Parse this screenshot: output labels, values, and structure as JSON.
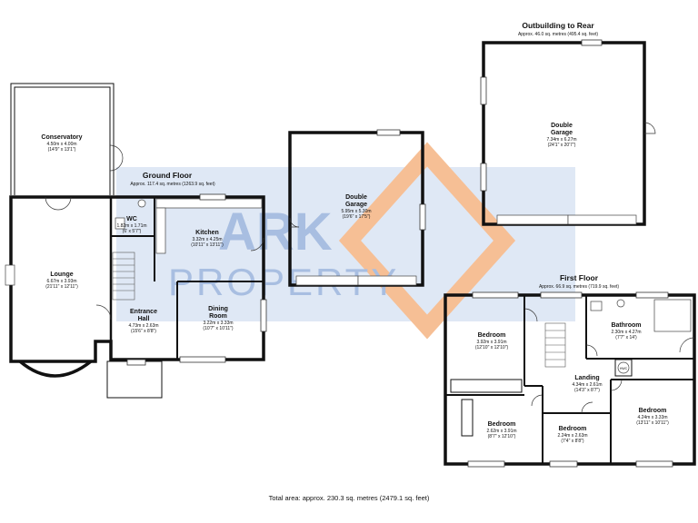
{
  "watermark": {
    "line1": "ARK",
    "line2": "PROPERTY",
    "color_blue": "#1f5fb0",
    "color_orange": "#f08a3c"
  },
  "outbuilding": {
    "title": "Outbuilding to Rear",
    "area": "Approx. 46.0 sq. metres (495.4 sq. feet)",
    "garage": {
      "name1": "Double",
      "name2": "Garage",
      "metric": "7.34m x 6.27m",
      "imperial": "(24'1\" x 20'7\")"
    }
  },
  "ground_floor": {
    "title": "Ground Floor",
    "area": "Approx. 117.4 sq. metres (1263.9 sq. feet)",
    "conservatory": {
      "name": "Conservatory",
      "metric": "4.50m x 4.00m",
      "imperial": "(14'9\" x 13'1\")"
    },
    "wc": {
      "name": "WC",
      "metric": "1.82m x 1.71m",
      "imperial": "(6' x 5'7\")"
    },
    "kitchen": {
      "name": "Kitchen",
      "metric": "3.32m x 4.25m",
      "imperial": "(10'11\" x 13'11\")"
    },
    "lounge": {
      "name": "Lounge",
      "metric": "6.67m x 3.93m",
      "imperial": "(21'11\" x 12'11\")"
    },
    "hall": {
      "name1": "Entrance",
      "name2": "Hall",
      "metric": "4.73m x 2.63m",
      "imperial": "(15'6\" x 8'8\")"
    },
    "dining": {
      "name1": "Dining",
      "name2": "Room",
      "metric": "3.22m x 3.33m",
      "imperial": "(10'7\" x 10'11\")"
    },
    "garage": {
      "name1": "Double",
      "name2": "Garage",
      "metric": "5.95m x 5.30m",
      "imperial": "(19'6\" x 17'5\")"
    }
  },
  "first_floor": {
    "title": "First Floor",
    "area": "Approx. 66.9 sq. metres (719.9 sq. feet)",
    "bedroom_nw": {
      "name": "Bedroom",
      "metric": "3.92m x 3.91m",
      "imperial": "(12'10\" x 12'10\")"
    },
    "bathroom": {
      "name": "Bathroom",
      "metric": "2.30m x 4.27m",
      "imperial": "(7'7\" x 14')"
    },
    "landing": {
      "name": "Landing",
      "metric": "4.34m x 2.61m",
      "imperial": "(14'3\" x 8'7\")"
    },
    "bedroom_se": {
      "name": "Bedroom",
      "metric": "4.24m x 3.33m",
      "imperial": "(13'11\" x 10'11\")"
    },
    "bedroom_sw": {
      "name": "Bedroom",
      "metric": "2.62m x 3.91m",
      "imperial": "(8'7\" x 12'10\")"
    },
    "bedroom_small": {
      "name": "Bedroom",
      "metric": "2.24m x 2.63m",
      "imperial": "(7'4\" x 8'8\")"
    },
    "cupboard": "HWC"
  },
  "total_area": "Total area: approx. 230.3 sq. metres (2479.1 sq. feet)"
}
